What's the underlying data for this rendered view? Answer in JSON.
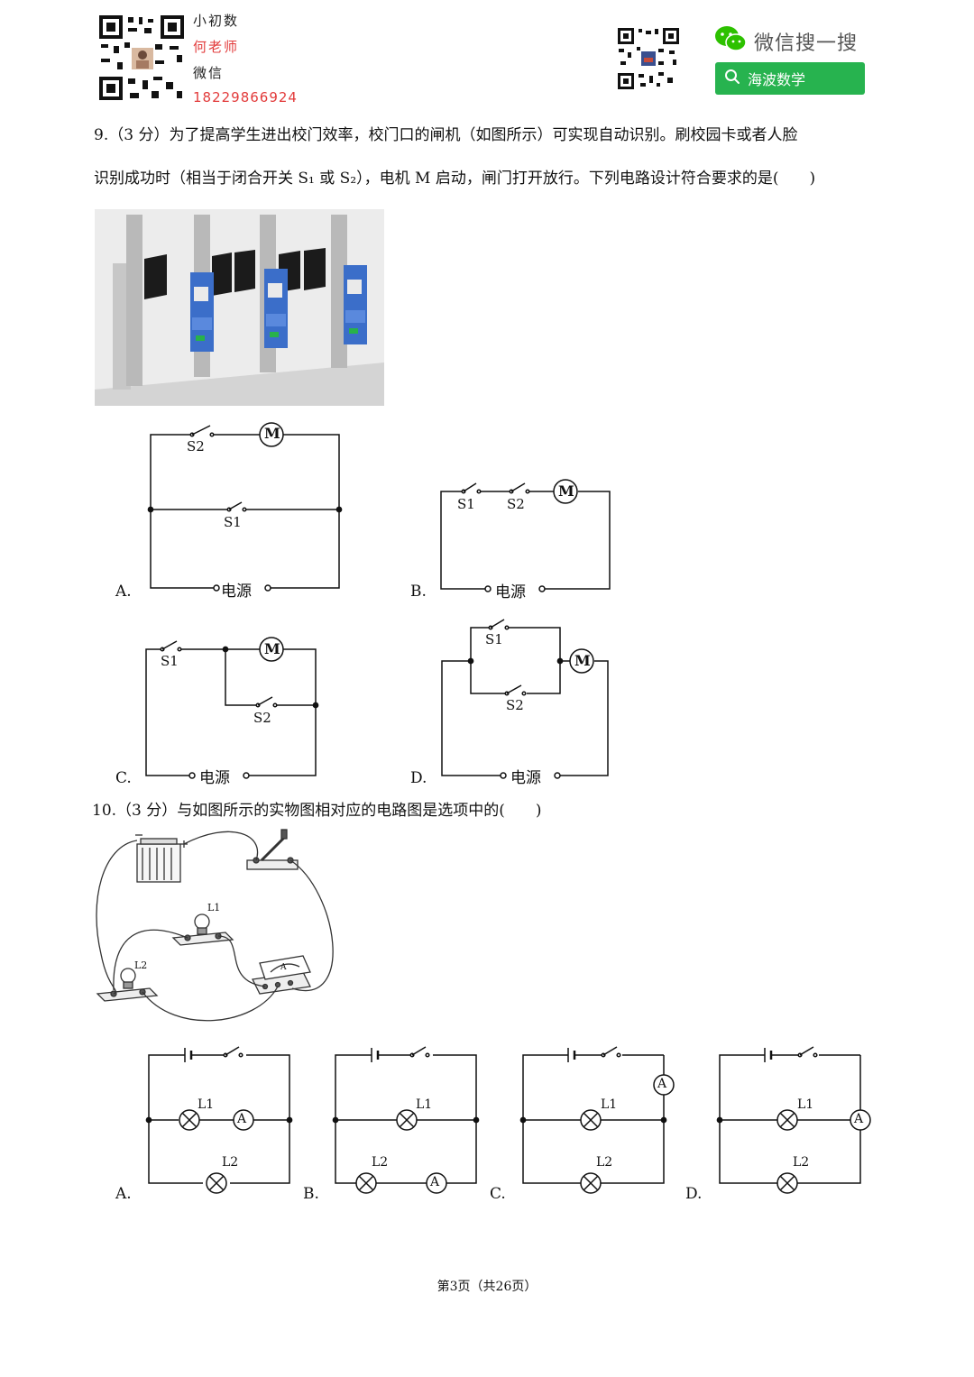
{
  "header": {
    "handwritten_lines": [
      "小初数",
      "何老师",
      "微信",
      "18229866924"
    ],
    "wechat_search_title": "微信搜一搜",
    "wechat_search_button": "海波数学"
  },
  "q9": {
    "line1": "9.（3 分）为了提高学生进出校门效率，校门口的闸机（如图所示）可实现自动识别。刷校园卡或者人脸",
    "line2": "识别成功时（相当于闭合开关 S₁ 或 S₂），电机 M 启动，闸门打开放行。下列电路设计符合要求的是(　　)",
    "options": [
      "A.",
      "B.",
      "C.",
      "D."
    ],
    "power_label": "电源",
    "motor_label": "M",
    "s1_label": "S1",
    "s2_label": "S2"
  },
  "q10": {
    "line1": "10.（3 分）与如图所示的实物图相对应的电路图是选项中的(　　)",
    "options": [
      "A.",
      "B.",
      "C.",
      "D."
    ],
    "ammeter_label": "A",
    "l1_label": "L1",
    "l2_label": "L2"
  },
  "footer": {
    "page": "第3页（共26页）"
  }
}
